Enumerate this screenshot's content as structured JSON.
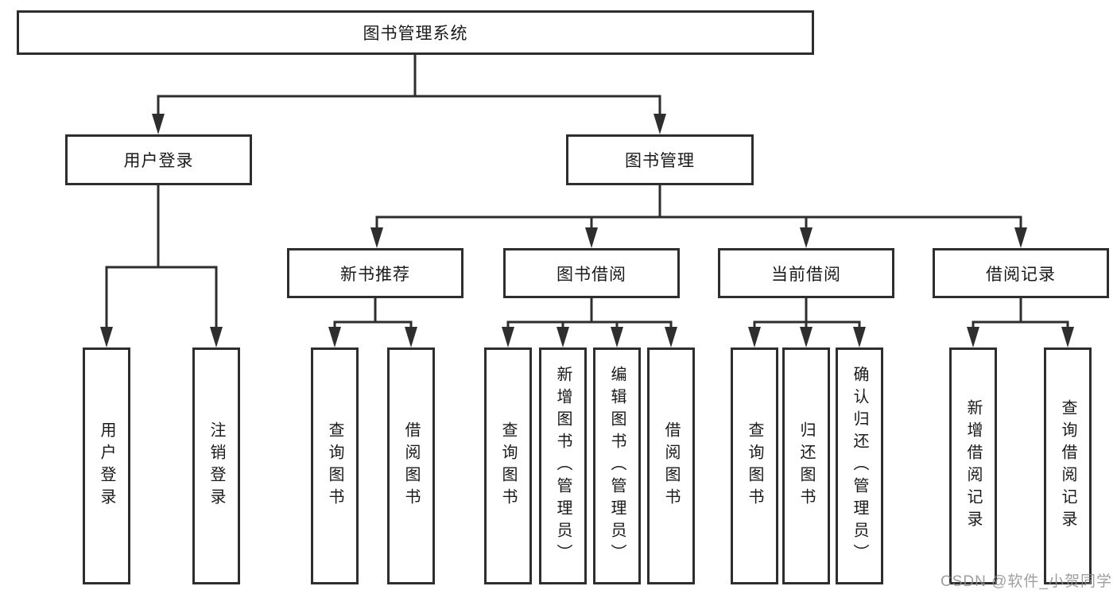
{
  "colors": {
    "background": "#ffffff",
    "line": "#2e2e2e",
    "box_border": "#2e2e2e",
    "text": "#1a1a1a",
    "watermark": "#8f8f8f"
  },
  "watermark": {
    "text": "CSDN @软件_小贺同学"
  },
  "tree": {
    "label": "图书管理系统",
    "children": [
      {
        "label": "用户登录",
        "children": [
          {
            "label": "用户登录"
          },
          {
            "label": "注销登录"
          }
        ]
      },
      {
        "label": "图书管理",
        "children": [
          {
            "label": "新书推荐",
            "children": [
              {
                "label": "查询图书"
              },
              {
                "label": "借阅图书"
              }
            ]
          },
          {
            "label": "图书借阅",
            "children": [
              {
                "label": "查询图书"
              },
              {
                "label": "新增图书（管理员）"
              },
              {
                "label": "编辑图书（管理员）"
              },
              {
                "label": "借阅图书"
              }
            ]
          },
          {
            "label": "当前借阅",
            "children": [
              {
                "label": "查询图书"
              },
              {
                "label": "归还图书"
              },
              {
                "label": "确认归还（管理员）"
              }
            ]
          },
          {
            "label": "借阅记录",
            "children": [
              {
                "label": "新增借阅记录"
              },
              {
                "label": "查询借阅记录"
              }
            ]
          }
        ]
      }
    ]
  }
}
